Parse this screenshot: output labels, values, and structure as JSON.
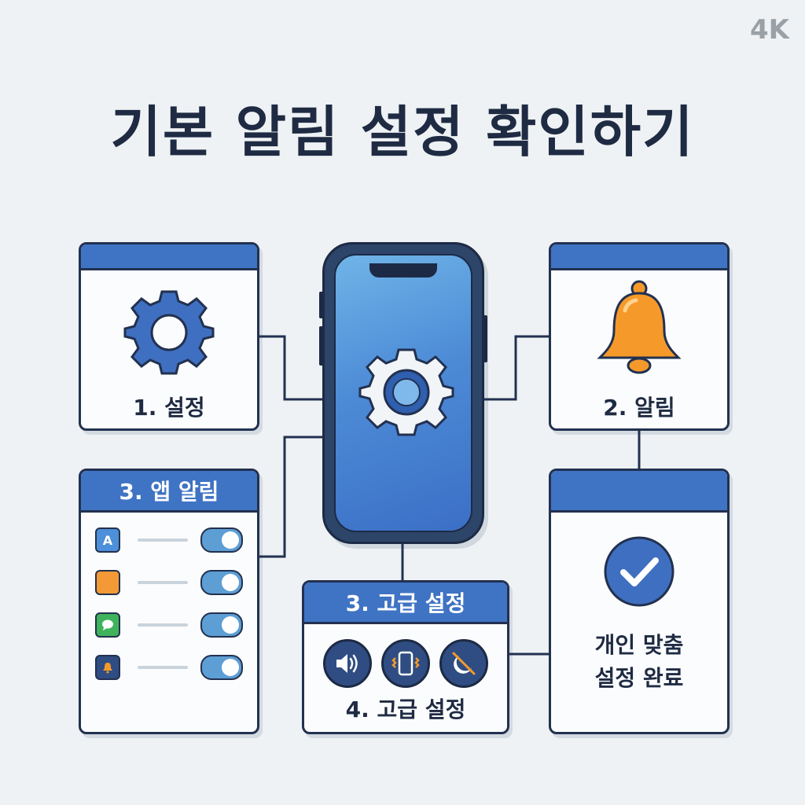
{
  "badge": "4K",
  "title": "기본 알림 설정 확인하기",
  "cards": {
    "settings": {
      "label": "1. 설정"
    },
    "alerts": {
      "label": "2. 알림"
    },
    "app_alerts": {
      "header": "3. 앱 알림",
      "rows": [
        {
          "icon": "app-store-icon",
          "color": "#4d8fd8",
          "toggle_on": true
        },
        {
          "icon": "orange-app-icon",
          "color": "#f39a36",
          "toggle_on": true
        },
        {
          "icon": "messages-icon",
          "color": "#3fb35c",
          "toggle_on": true
        },
        {
          "icon": "bell-app-icon",
          "color": "#2f4d82",
          "toggle_on": true
        }
      ]
    },
    "advanced": {
      "header": "3. 고급 설정",
      "footer": "4. 고급 설정",
      "icons": [
        "speaker-icon",
        "vibrate-phone-icon",
        "do-not-disturb-icon"
      ]
    },
    "done": {
      "line1": "개인 맞춤",
      "line2": "설정 완료"
    }
  },
  "colors": {
    "accent": "#3f73c4",
    "outline": "#223150",
    "bell": "#f59a2a",
    "toggle": "#5d9ed4"
  }
}
